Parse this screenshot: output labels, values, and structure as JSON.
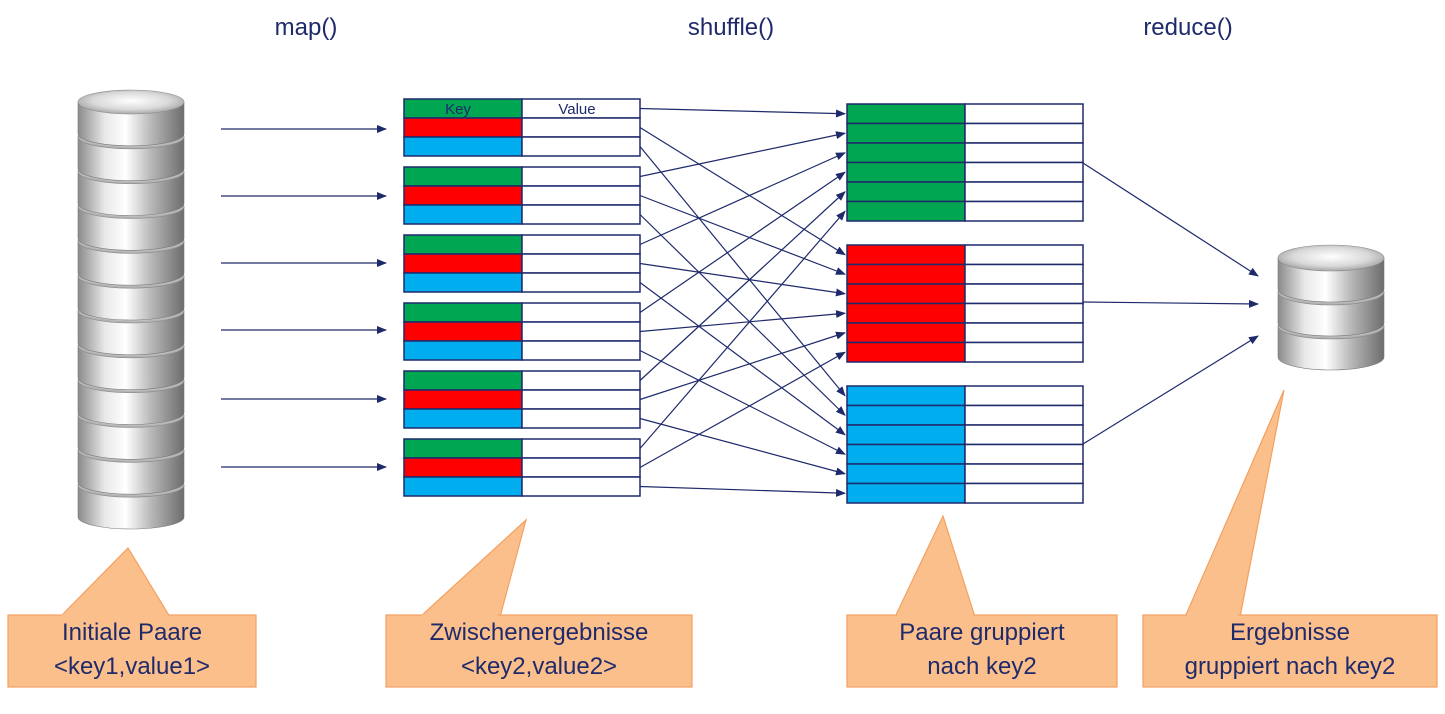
{
  "phases": {
    "map": "map()",
    "shuffle": "shuffle()",
    "reduce": "reduce()"
  },
  "table_headers": {
    "key": "Key",
    "value": "Value"
  },
  "callouts": [
    {
      "line1": "Initiale Paare",
      "line2": "<key1,value1>"
    },
    {
      "line1": "Zwischenergebnisse",
      "line2": "<key2,value2>"
    },
    {
      "line1": "Paare gruppiert",
      "line2": "nach key2"
    },
    {
      "line1": "Ergebnisse",
      "line2": "gruppiert nach key2"
    }
  ],
  "colors": {
    "green": "#00a651",
    "red": "#ff0000",
    "blue": "#00aeef",
    "line": "#1f2a6b",
    "callout_fill": "#fbbf8c",
    "callout_stroke": "#f4a060"
  },
  "intermediate_blocks": [
    [
      "green",
      "red",
      "blue"
    ],
    [
      "green",
      "red",
      "blue"
    ],
    [
      "green",
      "red",
      "blue"
    ],
    [
      "green",
      "red",
      "blue"
    ],
    [
      "green",
      "red",
      "blue"
    ],
    [
      "green",
      "red",
      "blue"
    ]
  ],
  "grouped_blocks": [
    {
      "key": "green",
      "rows": 6
    },
    {
      "key": "red",
      "rows": 6
    },
    {
      "key": "blue",
      "rows": 6
    }
  ]
}
